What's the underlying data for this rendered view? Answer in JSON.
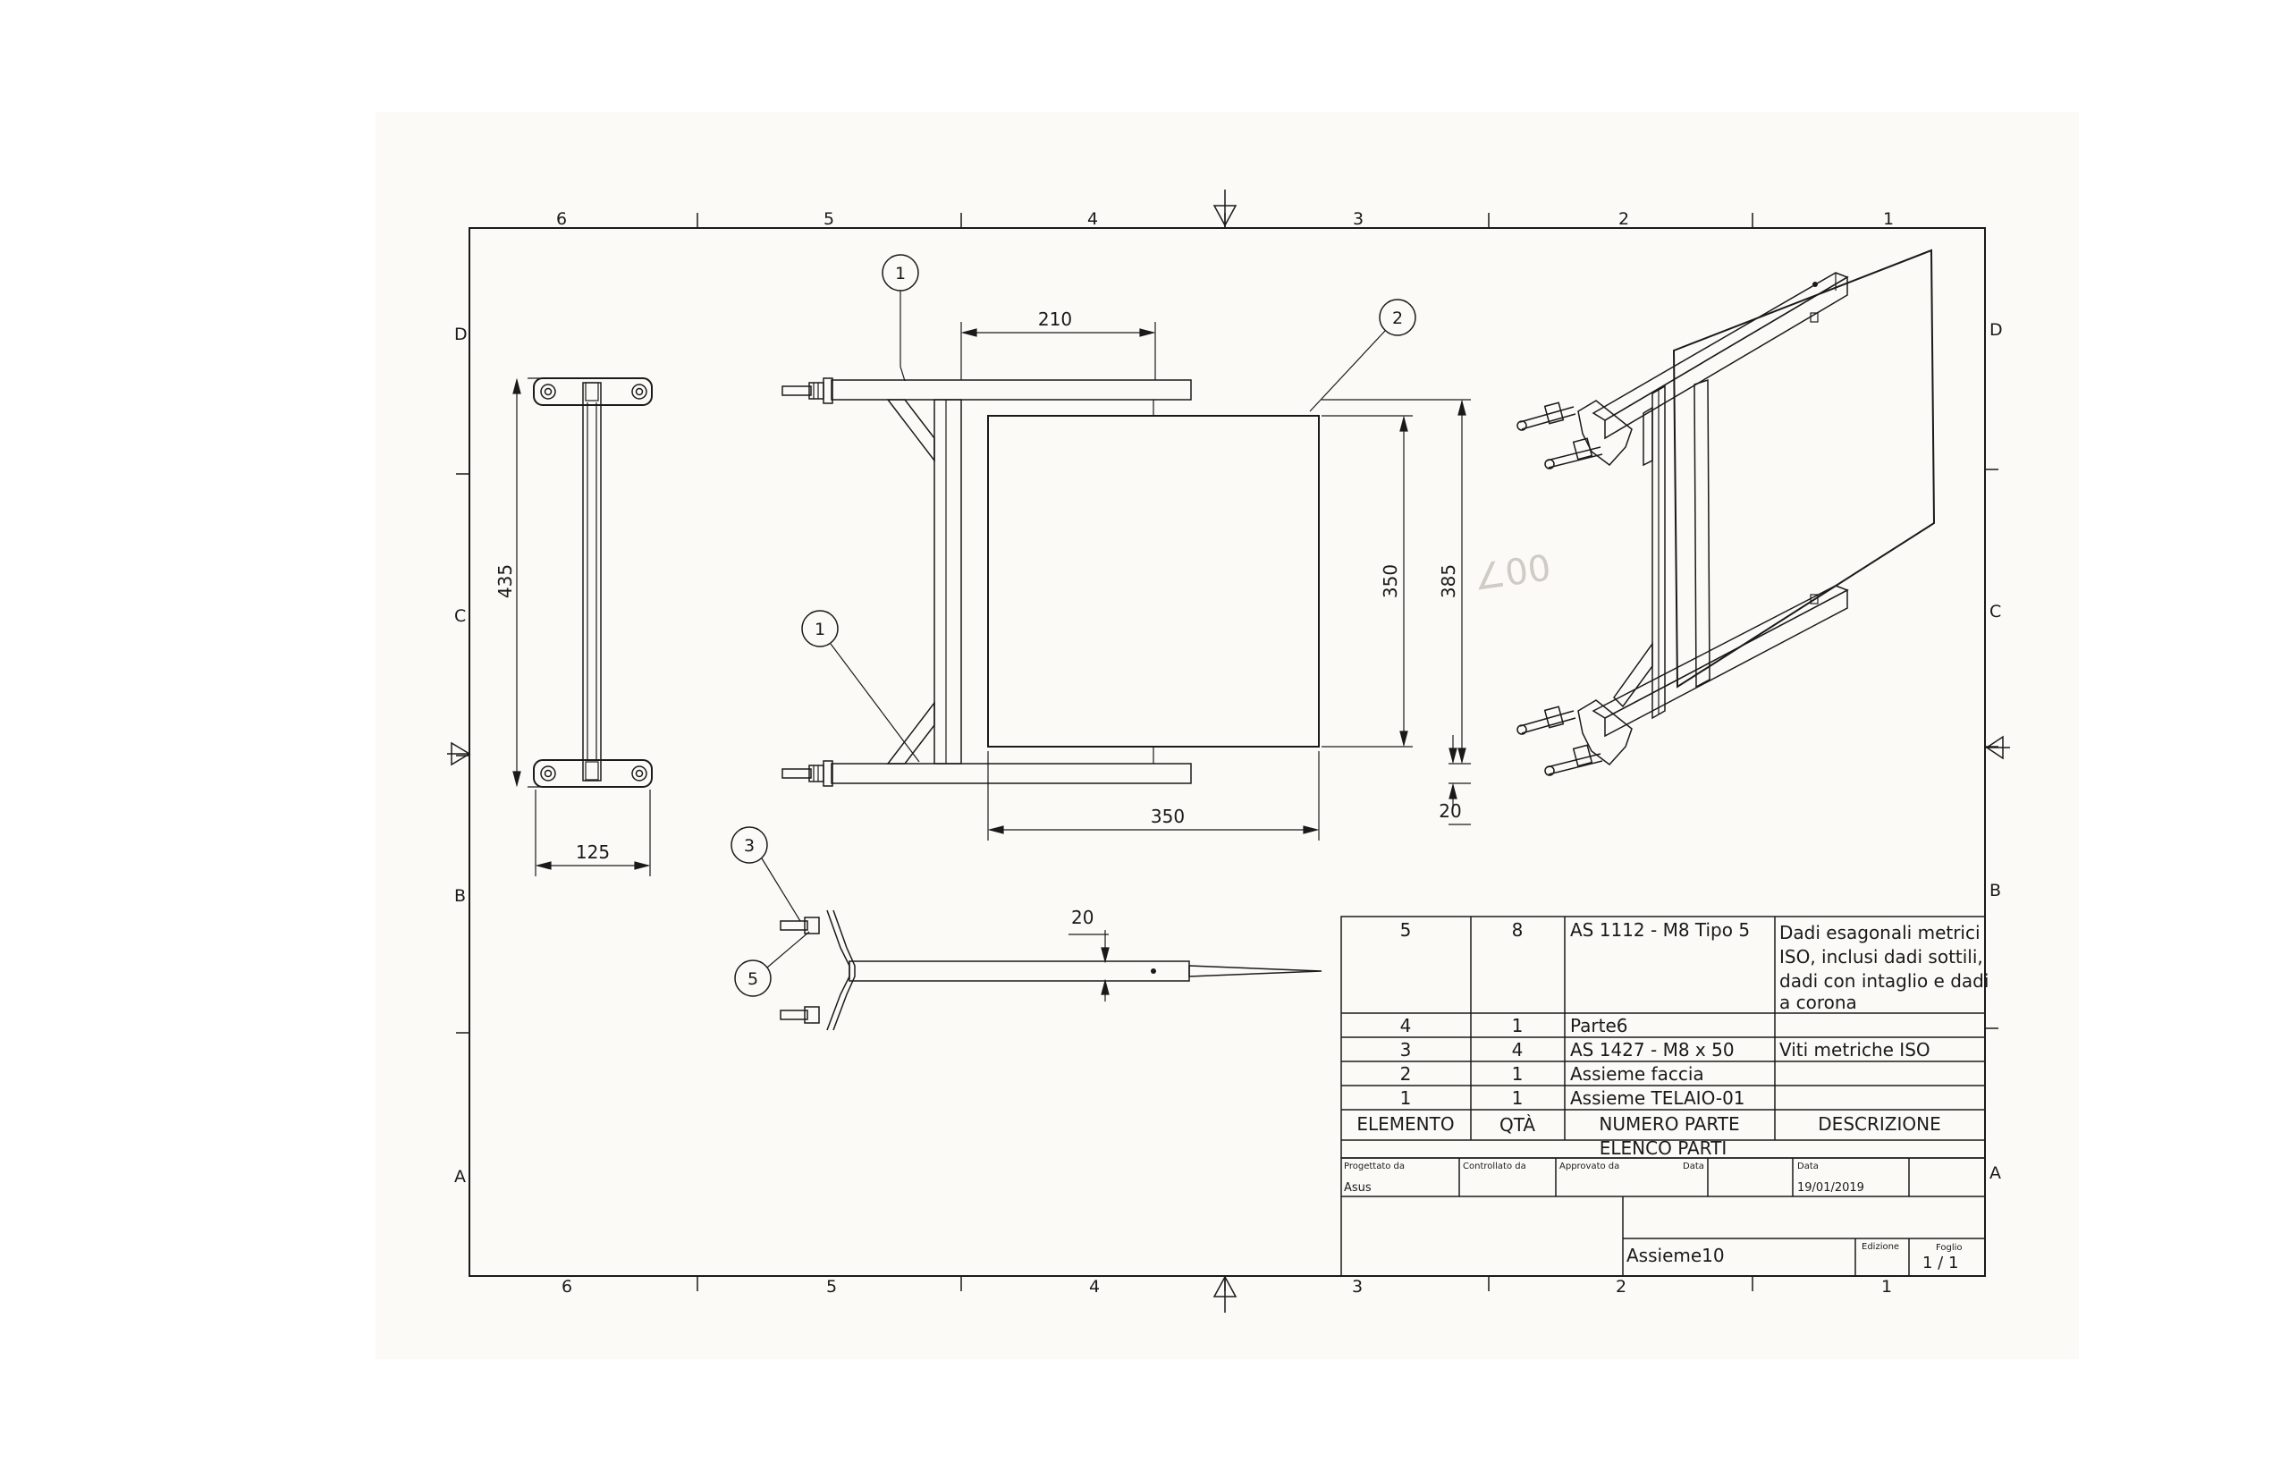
{
  "sheet": {
    "zone_columns_top": [
      "6",
      "5",
      "4",
      "3",
      "2",
      "1"
    ],
    "zone_columns_bottom": [
      "6",
      "5",
      "4",
      "3",
      "2",
      "1"
    ],
    "zone_rows_left": [
      "D",
      "C",
      "B",
      "A"
    ],
    "zone_rows_right": [
      "D",
      "C",
      "B",
      "A"
    ]
  },
  "dimensions": {
    "side_height": "435",
    "side_width": "125",
    "top_width": "210",
    "face_height": "350",
    "frame_height": "385",
    "face_width": "350",
    "offset_bottom": "20",
    "profile_offset": "20"
  },
  "balloons": {
    "b1_top": "1",
    "b2": "2",
    "b1_mid": "1",
    "b3": "3",
    "b5": "5"
  },
  "handwritten_note": "∠00",
  "parts_list": {
    "title": "ELENCO PARTI",
    "headers": {
      "element": "ELEMENTO",
      "qty": "QTÀ",
      "part_number": "NUMERO PARTE",
      "description": "DESCRIZIONE"
    },
    "rows": [
      {
        "element": "5",
        "qty": "8",
        "part_number": "AS 1112 - M8  Tipo 5",
        "description": [
          "Dadi esagonali metrici",
          "ISO, inclusi dadi sottili,",
          "dadi con intaglio e dadi",
          "a corona"
        ]
      },
      {
        "element": "4",
        "qty": "1",
        "part_number": "Parte6",
        "description": [
          ""
        ]
      },
      {
        "element": "3",
        "qty": "4",
        "part_number": "AS 1427 - M8 x 50",
        "description": [
          "Viti metriche ISO"
        ]
      },
      {
        "element": "2",
        "qty": "1",
        "part_number": "Assieme faccia",
        "description": [
          ""
        ]
      },
      {
        "element": "1",
        "qty": "1",
        "part_number": "Assieme TELAIO-01",
        "description": [
          ""
        ]
      }
    ]
  },
  "title_block": {
    "designed_by_label": "Progettato da",
    "designed_by": "Asus",
    "checked_by_label": "Controllato da",
    "approved_by_label": "Approvato da",
    "date_label_1": "Data",
    "date_label_2": "Data",
    "date": "19/01/2019",
    "drawing_title": "Assieme10",
    "edition_label": "Edizione",
    "sheet_label": "Foglio",
    "sheet": "1 / 1"
  }
}
